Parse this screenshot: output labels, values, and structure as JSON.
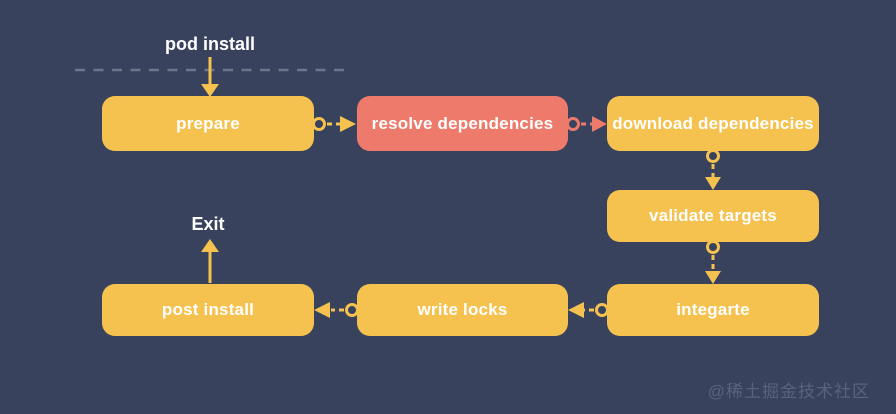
{
  "diagram": {
    "entry": {
      "label": "pod install"
    },
    "exit": {
      "label": "Exit"
    },
    "nodes": [
      {
        "id": "prepare",
        "label": "prepare",
        "color": "#f5c24f"
      },
      {
        "id": "resolve-dependencies",
        "label": "resolve dependencies",
        "color": "#ee7a6c"
      },
      {
        "id": "download-dependencies",
        "label": "download dependencies",
        "color": "#f5c24f"
      },
      {
        "id": "validate-targets",
        "label": "validate targets",
        "color": "#f5c24f"
      },
      {
        "id": "integarte",
        "label": "integarte",
        "color": "#f5c24f"
      },
      {
        "id": "write-locks",
        "label": "write locks",
        "color": "#f5c24f"
      },
      {
        "id": "post-install",
        "label": "post install",
        "color": "#f5c24f"
      }
    ],
    "edges": [
      {
        "from": "pod install",
        "to": "prepare",
        "style": "solid",
        "color": "#f5c24f"
      },
      {
        "from": "prepare",
        "to": "resolve dependencies",
        "style": "dashed-circle",
        "color": "#f5c24f"
      },
      {
        "from": "resolve dependencies",
        "to": "download dependencies",
        "style": "dashed-circle",
        "color": "#ee7a6c"
      },
      {
        "from": "download dependencies",
        "to": "validate targets",
        "style": "dashed-circle",
        "color": "#f5c24f"
      },
      {
        "from": "validate targets",
        "to": "integarte",
        "style": "dashed-circle",
        "color": "#f5c24f"
      },
      {
        "from": "integarte",
        "to": "write locks",
        "style": "dashed-circle",
        "color": "#f5c24f"
      },
      {
        "from": "write locks",
        "to": "post install",
        "style": "dashed-circle",
        "color": "#f5c24f"
      },
      {
        "from": "post install",
        "to": "Exit",
        "style": "solid",
        "color": "#f5c24f"
      }
    ]
  },
  "watermark": {
    "text": "@稀土掘金技术社区"
  },
  "colors": {
    "background": "#38425c",
    "node_yellow": "#f5c24f",
    "node_red": "#ee7a6c",
    "label_text": "#ffffff",
    "divider_gray": "#6d7688",
    "watermark_gray": "#59637c"
  }
}
